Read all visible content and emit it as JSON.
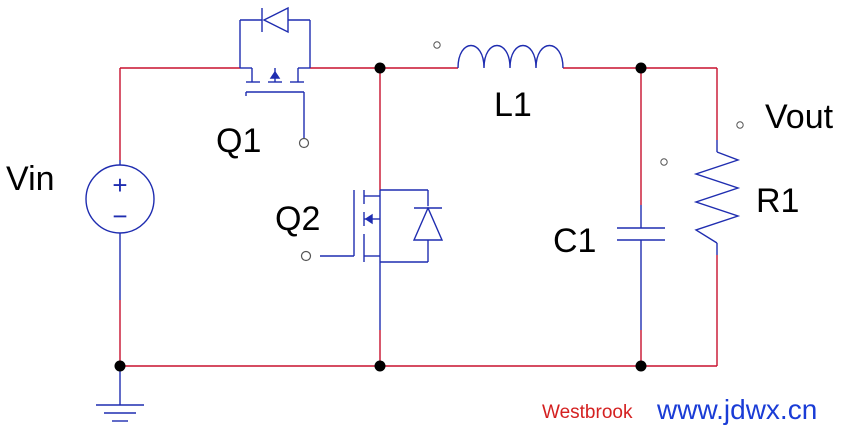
{
  "labels": {
    "vin": "Vin",
    "q1": "Q1",
    "q2": "Q2",
    "l1": "L1",
    "c1": "C1",
    "r1": "R1",
    "vout": "Vout"
  },
  "source_symbols": {
    "plus": "+",
    "minus": "−"
  },
  "watermark": {
    "brand": "Westbrook",
    "url": "www.jdwx.cn"
  },
  "colors": {
    "wire": "#c8102e",
    "component": "#1f2db0",
    "node": "#000000",
    "terminal": "#555555",
    "brand": "#d42020",
    "url": "#1a3cd6"
  }
}
